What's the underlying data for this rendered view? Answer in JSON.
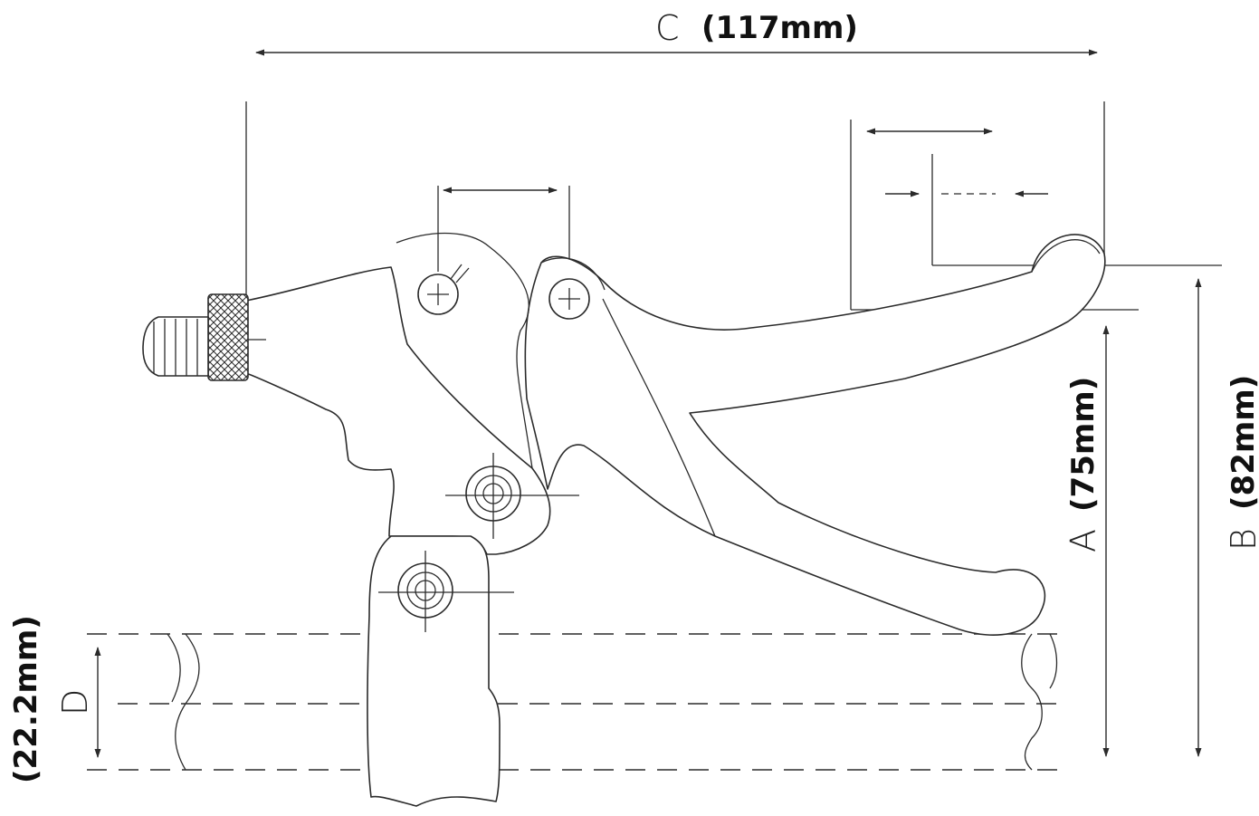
{
  "dimensions": {
    "A": {
      "letter": "A",
      "value": "(75mm)"
    },
    "B": {
      "letter": "B",
      "value": "(82mm)"
    },
    "C": {
      "letter": "C",
      "value": "(117mm)"
    },
    "D": {
      "letter": "D",
      "value": "(22.2mm)"
    }
  },
  "icons": {
    "arrow": "filled-triangle-arrowhead",
    "pivot": "circle-crosshair"
  }
}
